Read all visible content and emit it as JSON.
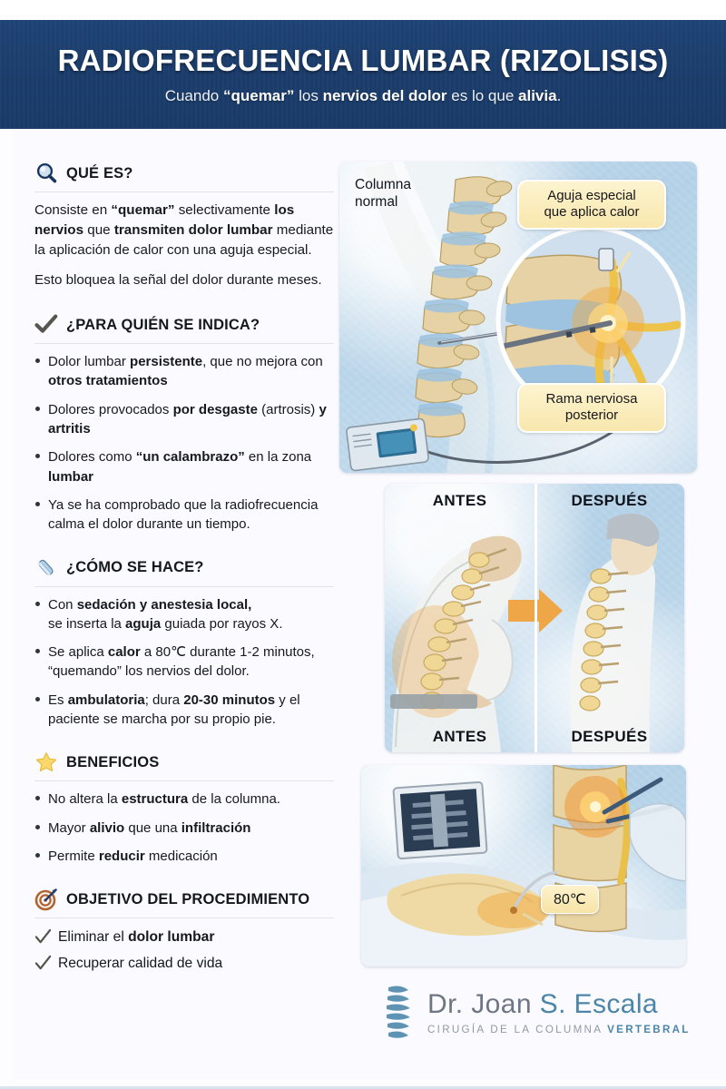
{
  "header": {
    "title": "RADIOFRECUENCIA LUMBAR (RIZOLISIS)",
    "subtitle_parts": [
      "Cuando ",
      "“quemar”",
      " los ",
      "nervios del dolor",
      " es lo que ",
      "alivia",
      "."
    ],
    "subtitle_plain": "Cuando “quemar” los nervios del dolor es lo que alivia.",
    "band_color": "#1b3c6b",
    "title_color": "#ffffff"
  },
  "sections": {
    "que_es": {
      "icon": "magnifier-icon",
      "heading": "QUÉ ES?",
      "paragraph_1_plain": "Consiste en “quemar” selectivamente los nervios que transmiten dolor lumbar mediante la aplicación de calor con una aguja especial.",
      "paragraph_2_plain": "Esto bloquea la señal del dolor durante meses."
    },
    "indica": {
      "icon": "checkmark-icon",
      "heading": "¿PARA QUIÉN SE INDICA?",
      "items": [
        "Dolor lumbar persistente, que no mejora con otros tratamientos",
        "Dolores provocados por desgaste (artrosis) y artritis",
        "Dolores como “un calambrazo” en la zona lumbar",
        "Ya se ha comprobado que la radiofrecuencia calma el dolor durante un tiempo."
      ]
    },
    "como": {
      "icon": "syringe-icon",
      "heading": "¿CÓMO SE HACE?",
      "items": [
        "Con sedación y anestesia local, se inserta la aguja guiada por rayos X.",
        "Se aplica calor a 80℃ durante 1-2 minutos, “quemando” los nervios del dolor.",
        "Es ambulatoria; dura 20-30 minutos y el paciente se marcha por su propio pie."
      ]
    },
    "beneficios": {
      "icon": "star-icon",
      "heading": "BENEFICIOS",
      "items": [
        "No altera la estructura de la columna.",
        "Mayor alivio que una infiltración",
        "Permite reducir medicación"
      ]
    },
    "objetivo": {
      "icon": "target-dart-icon",
      "heading": "OBJETIVO DEL PROCEDIMIENTO",
      "items": [
        "Eliminar el dolor lumbar",
        "Recuperar calidad de vida"
      ]
    }
  },
  "figures": {
    "main": {
      "name": "lumbar-spine-radiofrequency-illustration",
      "label_spine": "Columna\nnormal",
      "label_spine_line1": "Columna",
      "label_spine_line2": "normal",
      "callout_needle_line1": "Aguja especial",
      "callout_needle_line2": "que aplica calor",
      "callout_nerve_line1": "Rama nerviosa",
      "callout_nerve_line2": "posterior",
      "callout_bg": "#f8e7ad"
    },
    "before_after": {
      "name": "before-after-posture-illustration",
      "top_left": "ANTES",
      "top_right": "DESPUÉS",
      "bottom_left": "ANTES",
      "bottom_right": "DESPUÉS",
      "arrow_color": "#f0a23c"
    },
    "procedure": {
      "name": "procedure-fluoroscopy-illustration",
      "temperature_badge": "80℃"
    }
  },
  "logo": {
    "icon": "spine-logo-icon",
    "name": "Dr. Joan S. Escala",
    "name_part_1": "Dr. Joan ",
    "name_part_2": "S. Escala",
    "tagline_plain": "CIRUGÍA DE LA COLUMNA VERTEBRAL",
    "tagline_1": "CIRUGÍA DE LA COLUMNA ",
    "tagline_2": "VERTEBRAL",
    "accent_color": "#4b86a8",
    "text_color": "#6d7685"
  }
}
